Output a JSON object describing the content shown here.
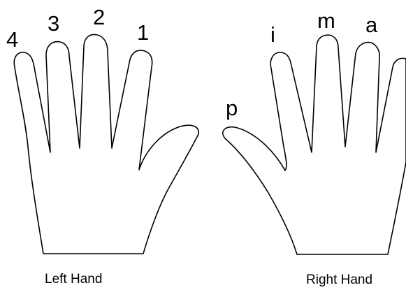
{
  "left_hand": {
    "caption": "Left Hand",
    "fingers": {
      "pinky": "4",
      "ring": "3",
      "middle": "2",
      "index": "1"
    }
  },
  "right_hand": {
    "caption": "Right Hand",
    "fingers": {
      "thumb": "p",
      "index": "i",
      "middle": "m",
      "ring": "a"
    }
  }
}
